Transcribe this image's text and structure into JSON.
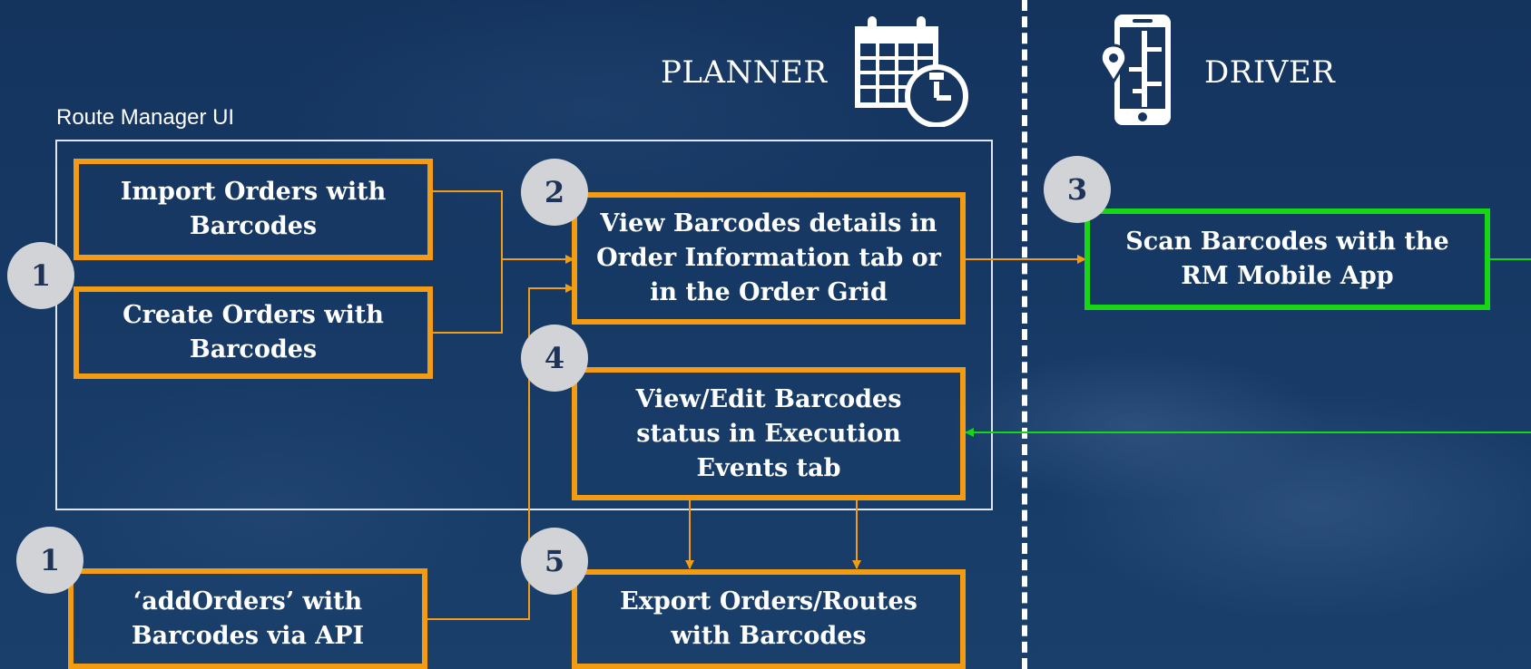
{
  "lanes": {
    "planner": "PLANNER",
    "driver": "DRIVER"
  },
  "ui_group_label": "Route Manager UI",
  "steps": {
    "import_orders": {
      "number": "1",
      "label": "Import Orders with Barcodes"
    },
    "create_orders": {
      "label": "Create Orders with Barcodes"
    },
    "view_barcodes": {
      "number": "2",
      "label": "View Barcodes details in Order Information tab or in the Order Grid"
    },
    "scan_barcodes": {
      "number": "3",
      "label": "Scan Barcodes with the RM Mobile App"
    },
    "edit_status": {
      "number": "4",
      "label": "View/Edit Barcodes status in Execution Events tab"
    },
    "add_orders_api": {
      "number": "1",
      "label": "‘addOrders’ with Barcodes via API"
    },
    "export": {
      "number": "5",
      "label": "Export Orders/Routes with Barcodes"
    }
  },
  "icons": {
    "planner": "calendar-clock-icon",
    "driver": "mobile-map-icon"
  },
  "colors": {
    "background": "#16355f",
    "planner_box_border": "#f39c12",
    "driver_box_border": "#16d616",
    "badge": "#d2d3d6",
    "badge_text": "#1e3357"
  }
}
